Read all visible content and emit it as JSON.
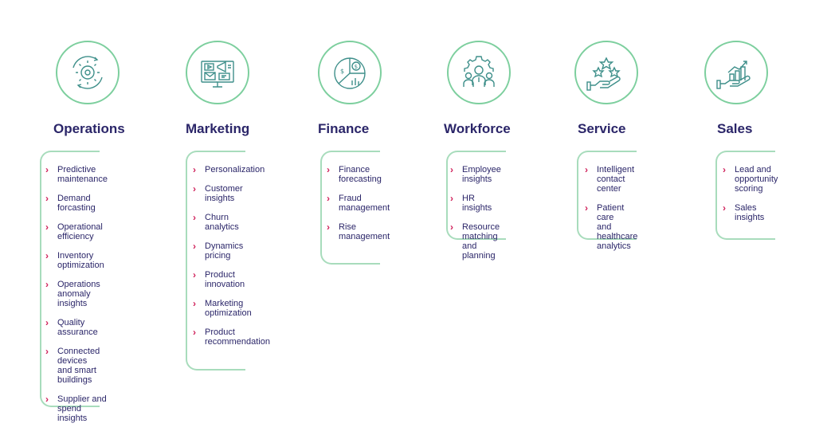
{
  "columns": [
    {
      "title": "Operations",
      "icon": "gear-cycle-icon",
      "items": [
        "Predictive\nmaintenance",
        "Demand\nforcasting",
        "Operational\nefficiency",
        "Inventory\noptimization",
        "Operations\nanomaly insights",
        "Quality assurance",
        "Connected devices\nand smart buildings",
        "Supplier and\nspend insights"
      ]
    },
    {
      "title": "Marketing",
      "icon": "monitor-megaphone-icon",
      "items": [
        "Personalization",
        "Customer\ninsights",
        "Churn\nanalytics",
        "Dynamics\npricing",
        "Product\ninnovation",
        "Marketing\noptimization",
        "Product\nrecommendation"
      ]
    },
    {
      "title": "Finance",
      "icon": "pie-chart-dollar-icon",
      "items": [
        "Finance\nforecasting",
        "Fraud\nmanagement",
        "Rise\nmanagement"
      ]
    },
    {
      "title": "Workforce",
      "icon": "team-gear-icon",
      "items": [
        "Employee insights",
        "HR insights",
        "Resource matching\nand planning"
      ]
    },
    {
      "title": "Service",
      "icon": "hand-stars-icon",
      "items": [
        "Intelligent\ncontact center",
        "Patient care\nand healthcare\nanalytics"
      ]
    },
    {
      "title": "Sales",
      "icon": "hand-growth-chart-icon",
      "items": [
        "Lead and\nopportunity\nscoring",
        "Sales insights"
      ]
    }
  ],
  "colors": {
    "title": "#2b2669",
    "accent_chevron": "#d0215b",
    "circle_border": "#7dcf9e",
    "bracket": "#a8dcbc",
    "icon_stroke": "#3e8f8a"
  }
}
